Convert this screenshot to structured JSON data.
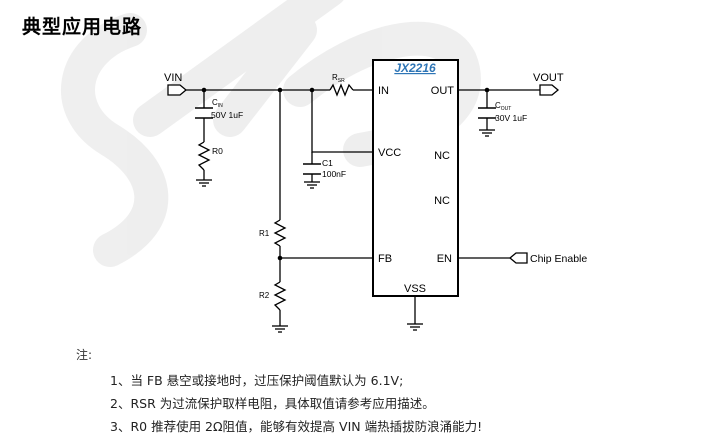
{
  "heading": "典型应用电路",
  "chip": {
    "name": "JX2216",
    "pins": {
      "in": "IN",
      "vcc": "VCC",
      "fb": "FB",
      "out": "OUT",
      "nc1": "NC",
      "nc2": "NC",
      "en": "EN",
      "vss": "VSS"
    }
  },
  "ports": {
    "vin": "VIN",
    "vout": "VOUT",
    "chip_enable": "Chip Enable"
  },
  "components": {
    "rsr": {
      "main": "R",
      "sub": "SR"
    },
    "cin": {
      "main": "C",
      "sub": "IN",
      "value": "50V 1uF"
    },
    "r0": {
      "label": "R0"
    },
    "c1": {
      "label": "C1",
      "value": "100nF"
    },
    "r1": {
      "label": "R1"
    },
    "r2": {
      "label": "R2"
    },
    "cout": {
      "main": "C",
      "sub": "OUT",
      "value": "30V 1uF"
    }
  },
  "notes": {
    "title": "注:",
    "items": [
      "1、当 FB 悬空或接地时，过压保护阈值默认为 6.1V;",
      "2、RSR 为过流保护取样电阻，具体取值请参考应用描述。",
      "3、R0 推荐使用 2Ω阻值，能够有效提高 VIN 端热插拔防浪涌能力!"
    ]
  },
  "colors": {
    "wire": "#000000",
    "chip_name": "#2e75b6",
    "watermark": "#e6e6e6"
  }
}
